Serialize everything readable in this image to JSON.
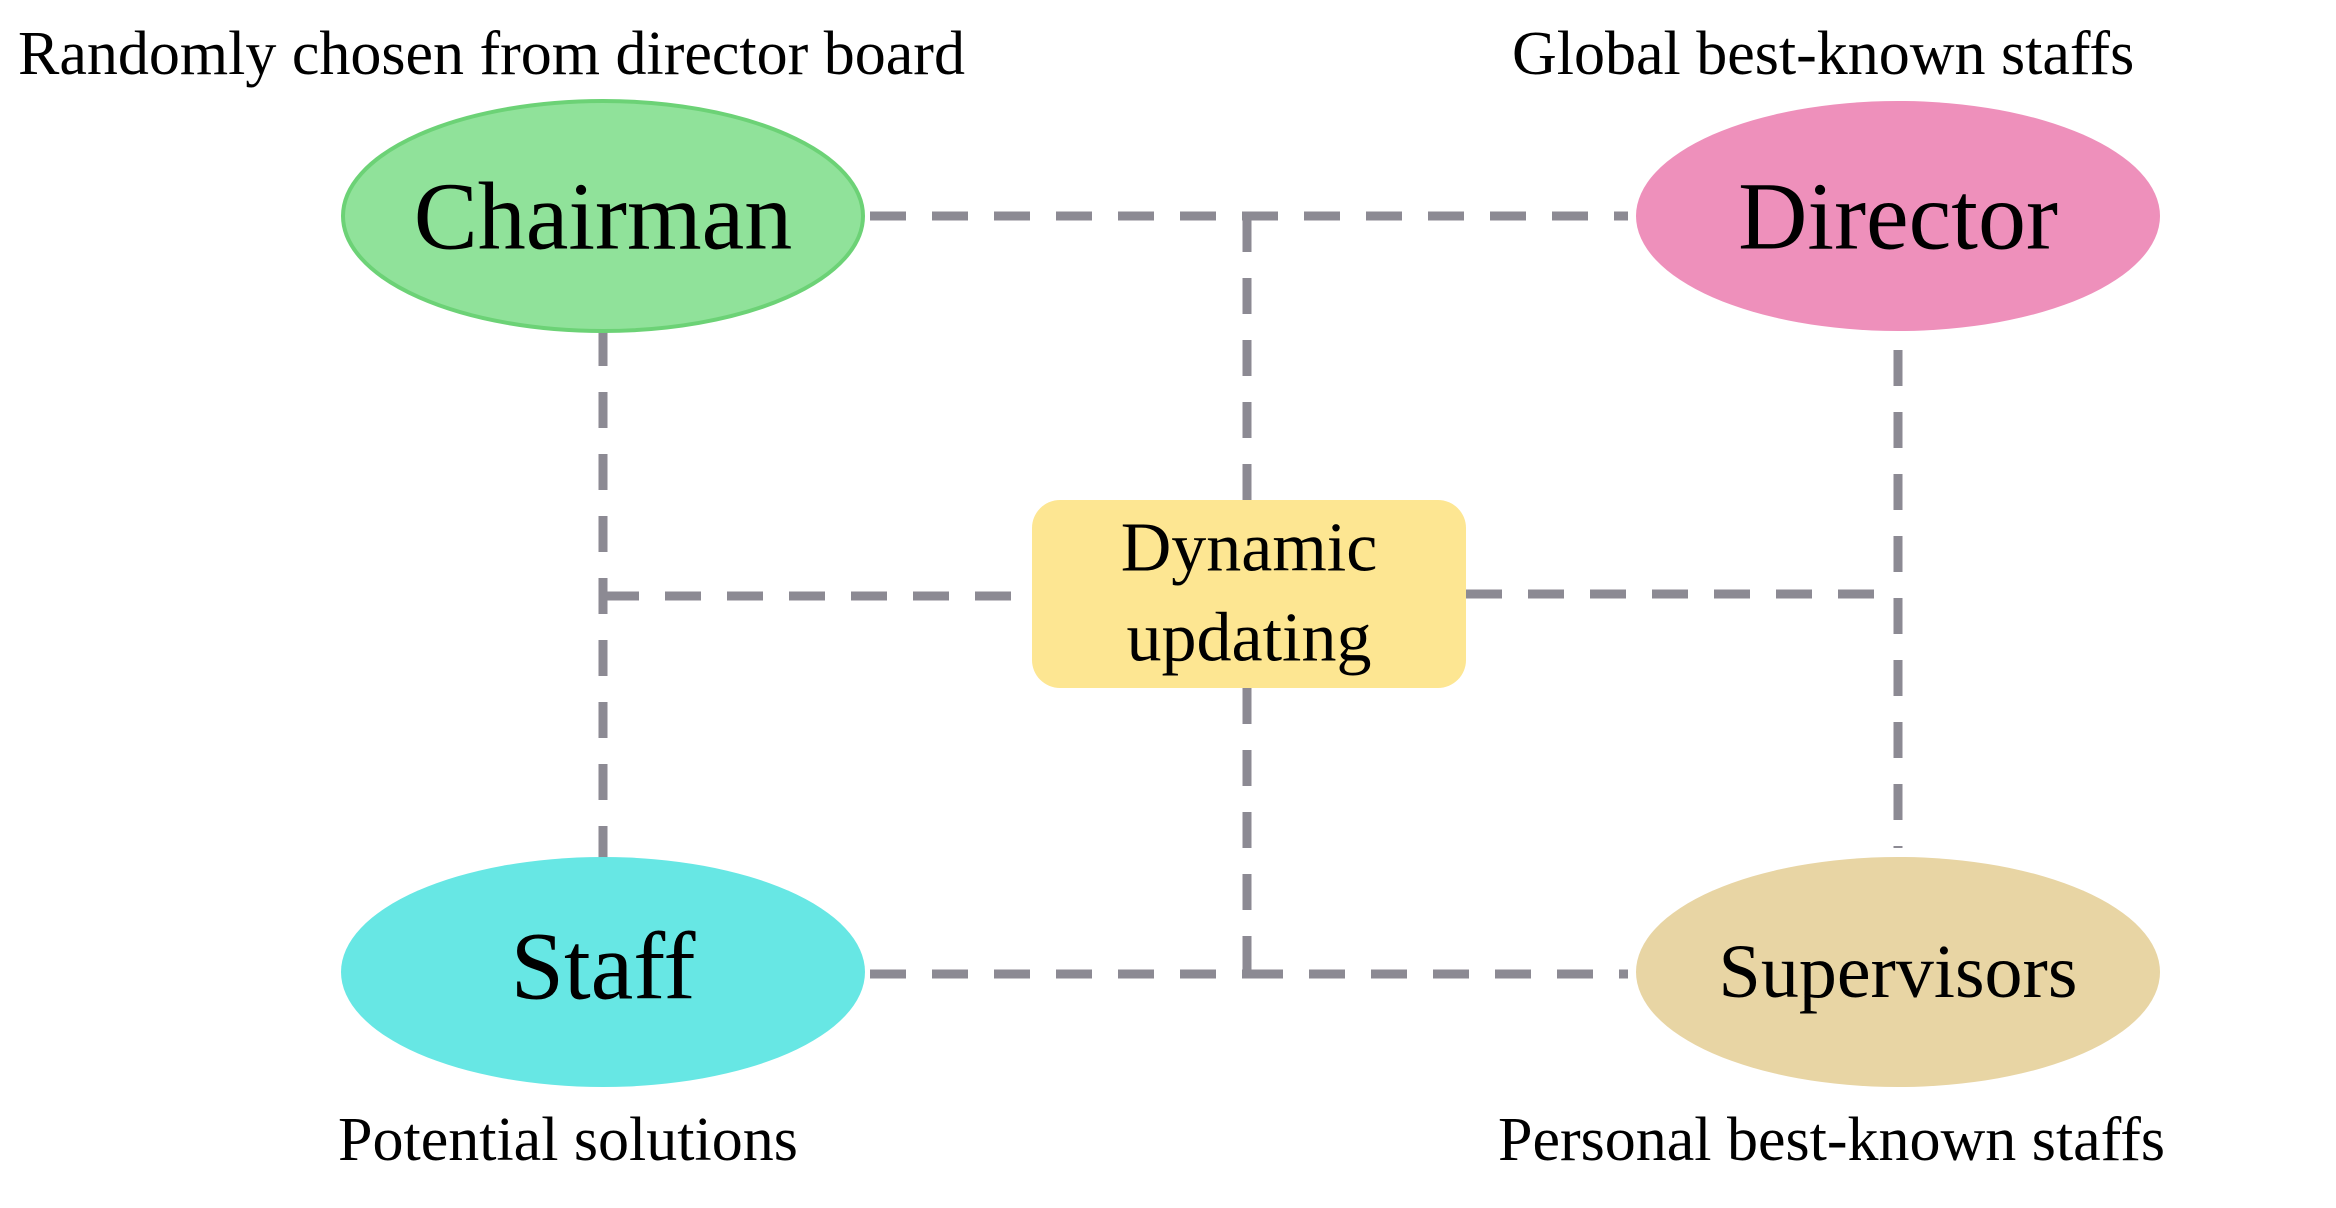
{
  "captions": {
    "chairman": "Randomly chosen from director board",
    "director": "Global best-known staffs",
    "staff": "Potential solutions",
    "supervisors": "Personal best-known staffs"
  },
  "nodes": {
    "chairman": {
      "label": "Chairman",
      "color": "#90e29a",
      "border": "#6cd276"
    },
    "director": {
      "label": "Director",
      "color": "#ee90bb"
    },
    "staff": {
      "label": "Staff",
      "color": "#67e7e4"
    },
    "supervisors": {
      "label": "Supervisors",
      "color": "#e8d5a4"
    },
    "center": {
      "line1": "Dynamic",
      "line2": "updating",
      "color": "#fde692"
    }
  },
  "colors": {
    "connector": "#8c8a93"
  }
}
